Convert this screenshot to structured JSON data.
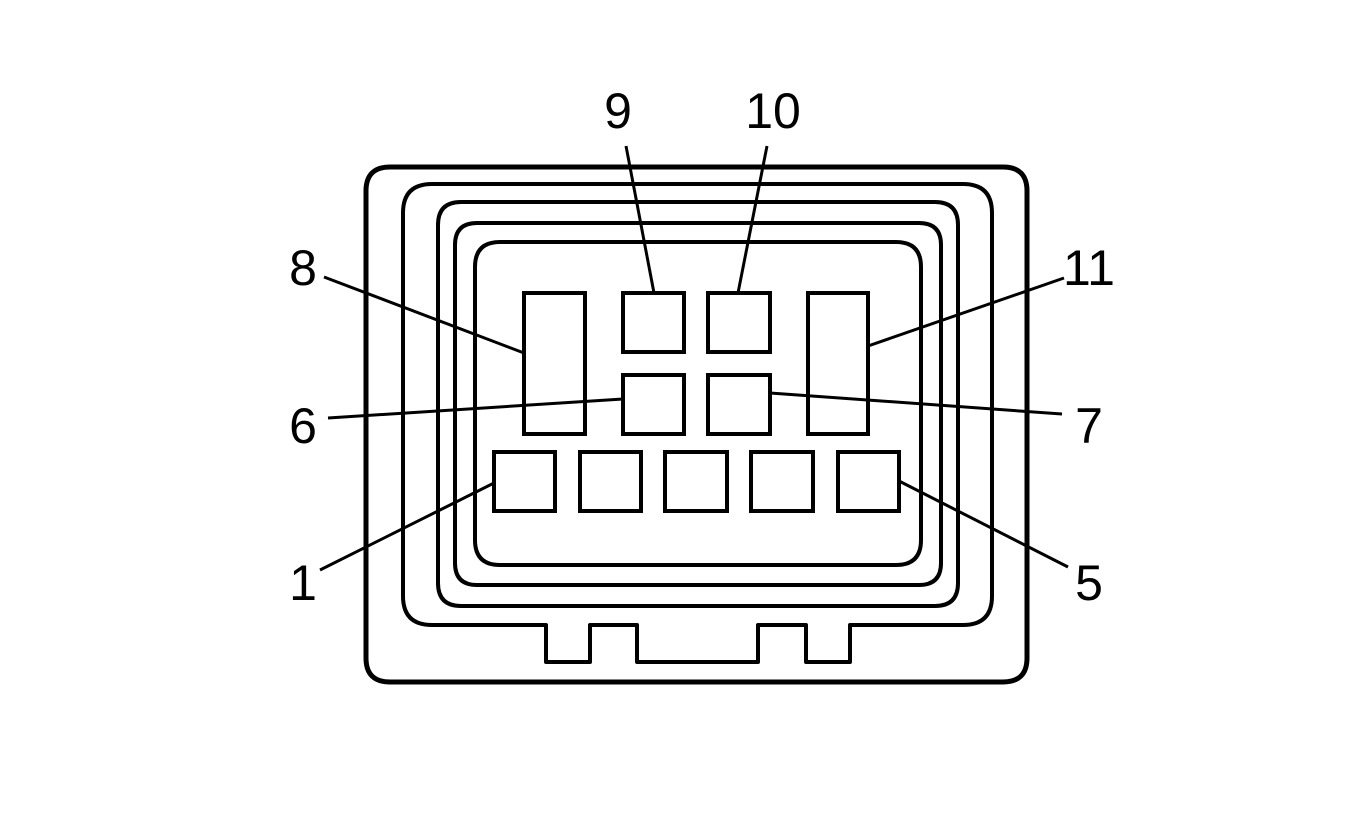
{
  "diagram": {
    "labels": {
      "pin1": "1",
      "pin5": "5",
      "pin6": "6",
      "pin7": "7",
      "pin8": "8",
      "pin9": "9",
      "pin10": "10",
      "pin11": "11"
    },
    "colors": {
      "line": "#000000",
      "background": "#ffffff"
    }
  }
}
